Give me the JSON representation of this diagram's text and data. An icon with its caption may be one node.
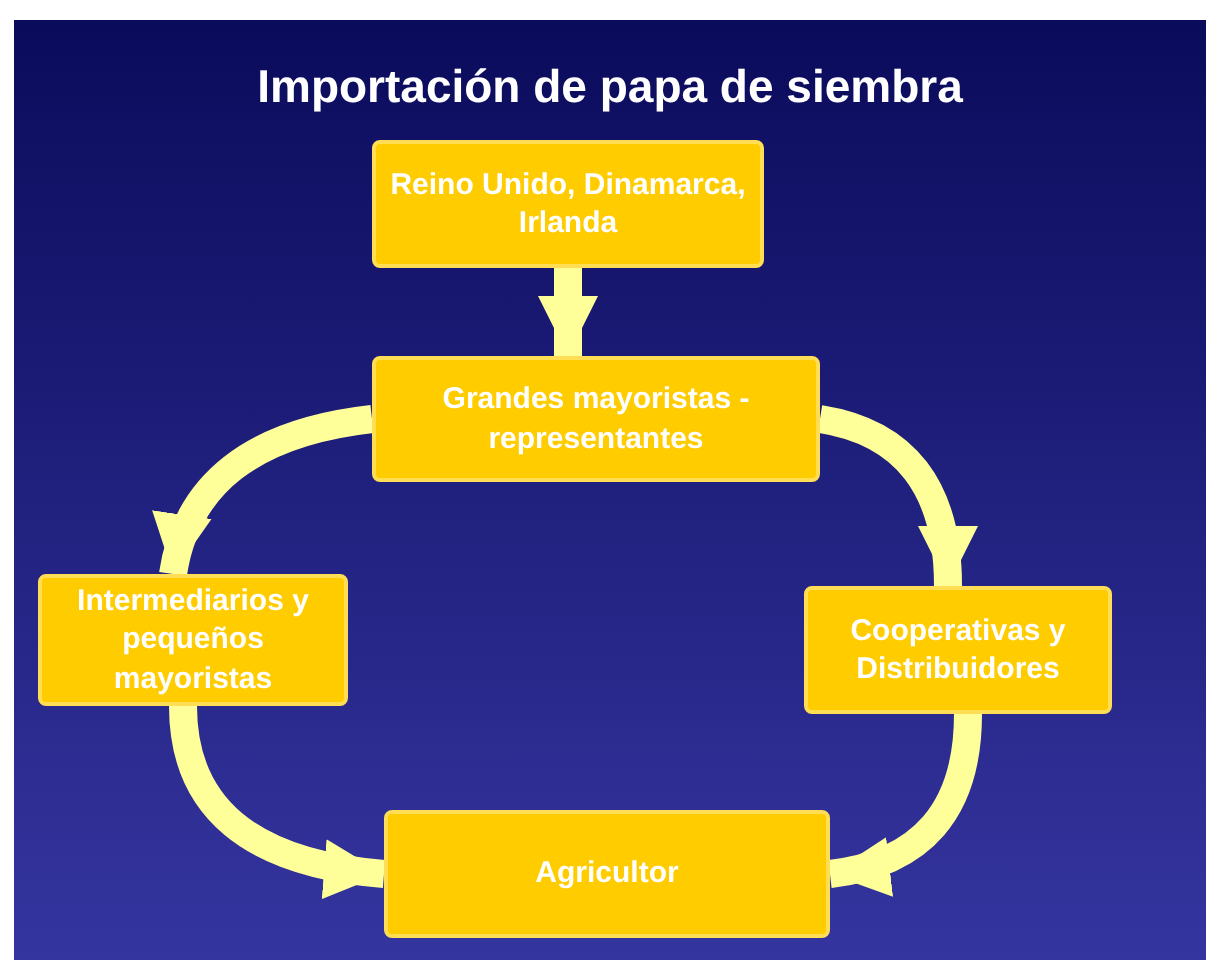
{
  "diagram": {
    "title": "Importación de papa de siembra",
    "nodes": [
      {
        "text": [
          "Reino Unido, Dinamarca, Irlanda"
        ]
      },
      {
        "text": [
          "Grandes mayoristas - representantes"
        ]
      },
      {
        "text": [
          "Intermediarios y pequeños mayoristas"
        ]
      },
      {
        "text": [
          "Cooperativas y Distribuidores"
        ]
      },
      {
        "text": [
          "Agricultor"
        ]
      }
    ],
    "edges": [
      {
        "from": 0,
        "to": 1,
        "arrow": "to"
      },
      {
        "from": 1,
        "to": 2,
        "arrow": "to"
      },
      {
        "from": 1,
        "to": 3,
        "arrow": "to"
      },
      {
        "from": 2,
        "to": 4,
        "arrow": "to"
      },
      {
        "from": 3,
        "to": 4,
        "arrow": "to"
      }
    ]
  }
}
